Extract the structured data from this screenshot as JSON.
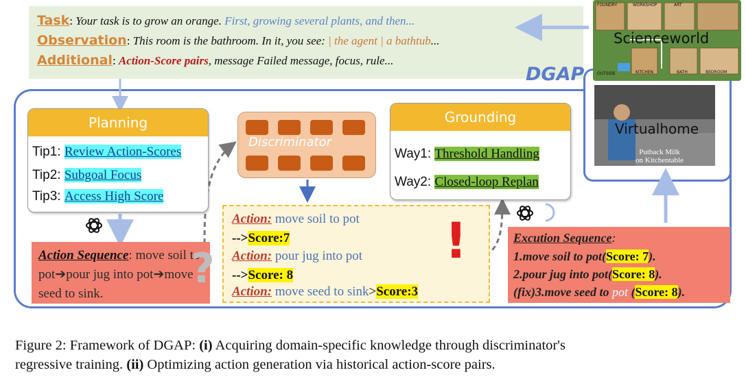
{
  "top_box": {
    "task": {
      "label": "Task",
      "colon": ":",
      "text": "Your task is to grow an orange.",
      "continuation": "First, growing several plants, and then..."
    },
    "observation": {
      "label": "Observation",
      "colon": ":",
      "text": "This room is the bathroom. In it, you see:",
      "continuation": "| the agent | a bathtub",
      "ellipsis": "..."
    },
    "additional": {
      "label": "Additional",
      "colon": ":",
      "emph": "Action-Score pairs",
      "text": ", message Failed message, focus, rule..."
    }
  },
  "dgap_label": "DGAP",
  "planning": {
    "title": "Planning",
    "tips": [
      {
        "key": "Tip1:",
        "value": "Review Action-Scores"
      },
      {
        "key": "Tip2:",
        "value": "Subgoal Focus"
      },
      {
        "key": "Tip3:",
        "value": "Access High Score"
      }
    ]
  },
  "discriminator": {
    "label": "Discriminator"
  },
  "grounding": {
    "title": "Grounding",
    "ways": [
      {
        "key": "Way1:",
        "value": "Threshold Handling"
      },
      {
        "key": "Way2:",
        "value": "Closed-loop Replan"
      }
    ]
  },
  "action_sequence": {
    "label": "Action Sequence",
    "colon": ":",
    "text_1": "move soil to pot",
    "text_2": "pour jug into pot",
    "text_3": "move seed to sink."
  },
  "score_box": {
    "rows": [
      {
        "label": "Action:",
        "text": "move soil to pot"
      },
      {
        "arrow": "-->",
        "score": "Score:7"
      },
      {
        "label": "Action:",
        "text": "pour jug into pot"
      },
      {
        "arrow": "-->",
        "score": "Score: 8"
      },
      {
        "label": "Action:",
        "text": "move seed to sink",
        "arrow": ">",
        "score": "Score:3"
      }
    ],
    "alert": "!"
  },
  "execution": {
    "title": "Excution Sequence",
    "colon": ":",
    "rows": [
      {
        "pre": "1.move soil to pot(",
        "score": "Score: 7",
        "post": ")."
      },
      {
        "pre": "2.pour jug into pot(",
        "score": "Score: 8",
        "post": ")."
      },
      {
        "pre": "(fix)3.move seed to",
        "word": "pot",
        "open": "(",
        "score": "Score: 8",
        "post": ")."
      }
    ]
  },
  "scienceworld": {
    "label": "Scienceworld",
    "rooms": [
      "FOUNDRY",
      "WORKSHOP",
      "ART",
      "KITCHEN",
      "BATH",
      "BEDROOM",
      "OUTSIDE"
    ]
  },
  "virtualhome": {
    "label": "Virtualhome",
    "caption_1": "Putback Milk",
    "caption_2": "on Kitchentable"
  },
  "caption": {
    "line1_a": "Figure 2: Framework of DGAP: ",
    "line1_b": "(i)",
    "line1_c": " Acquiring domain-specific knowledge through discriminator's",
    "line2_a": "regressive training. ",
    "line2_b": "(ii)",
    "line2_c": " Optimizing action generation via historical action-score pairs."
  },
  "colors": {
    "blue_frame": "#5b7ccb",
    "panel_header": "#f3b92e",
    "salmon": "#f18070",
    "discriminator": "#f6c9a4",
    "cell": "#c85c16",
    "score_highlight": "#fff200",
    "cyan_highlight": "#63fbff",
    "green_highlight": "#7fbf3f"
  }
}
